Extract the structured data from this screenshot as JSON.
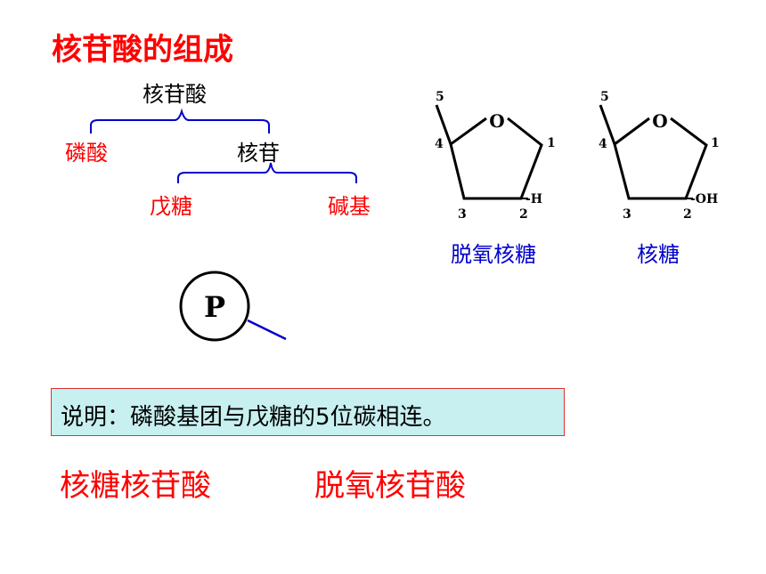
{
  "title": "核苷酸的组成",
  "tree": {
    "root": "核苷酸",
    "phosphate": "磷酸",
    "nucleoside": "核苷",
    "pentose": "戊糖",
    "base": "碱基"
  },
  "rings": [
    {
      "name": "脱氧核糖",
      "oxygen": "O",
      "positions": [
        "1",
        "2",
        "3",
        "4",
        "5"
      ],
      "substituent": "-H"
    },
    {
      "name": "核糖",
      "oxygen": "O",
      "positions": [
        "1",
        "2",
        "3",
        "4",
        "5"
      ],
      "substituent": "-OH"
    }
  ],
  "phosphate_symbol": "P",
  "note": "说明：磷酸基团与戊糖的5位碳相连。",
  "bottom": {
    "ribonucleotide": "核糖核苷酸",
    "deoxyribonucleotide": "脱氧核苷酸"
  },
  "colors": {
    "red": "#ff0000",
    "blue": "#0000cc",
    "note_bg": "#c8f0f0"
  }
}
